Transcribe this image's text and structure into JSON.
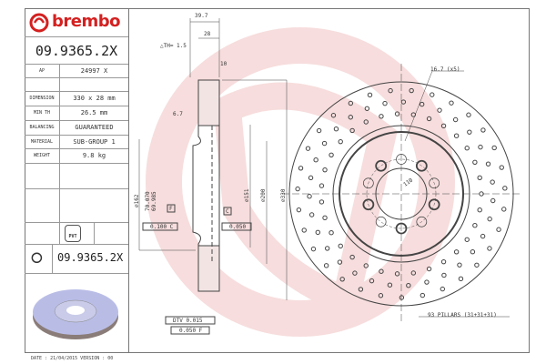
{
  "brand": "brembo",
  "part_number": "09.9365.2X",
  "specs": [
    {
      "label": "AP",
      "value": "24997 X"
    },
    {
      "label": "DIMENSION",
      "value": "330 x 28 mm"
    },
    {
      "label": "MIN TH",
      "value": "26.5 mm"
    },
    {
      "label": "BALANCING",
      "value": "GUARANTEED"
    },
    {
      "label": "MATERIAL",
      "value": "SUB-GROUP 1"
    },
    {
      "label": "WEIGHT",
      "value": "9.8 kg"
    }
  ],
  "pvt_label": "PVT",
  "footer": "DATE : 21/04/2015 VERSION : 00",
  "dimensions": {
    "d1": "39.7",
    "d2": "28",
    "th": "△TH= 1.5",
    "d3": "10",
    "d4": "6.7",
    "dia162": "⌀162",
    "dia70": "70.070",
    "dia69": "69.985",
    "dia151": "⌀151",
    "dia200": "⌀200",
    "dia330": "⌀330",
    "tol1": "0.100 C",
    "tol2": "0.050",
    "datum_f": "F",
    "datum_c": "C",
    "dtv": "DTV 0.015",
    "flat": "0.050 F",
    "hole": "16.7 (x5)",
    "pcd": "110",
    "pillars": "93 PILLARS (31+31+31)"
  },
  "colors": {
    "brand": "#d42020",
    "watermark": "#f6d6d6",
    "disc_photo": "#b9bde6"
  }
}
